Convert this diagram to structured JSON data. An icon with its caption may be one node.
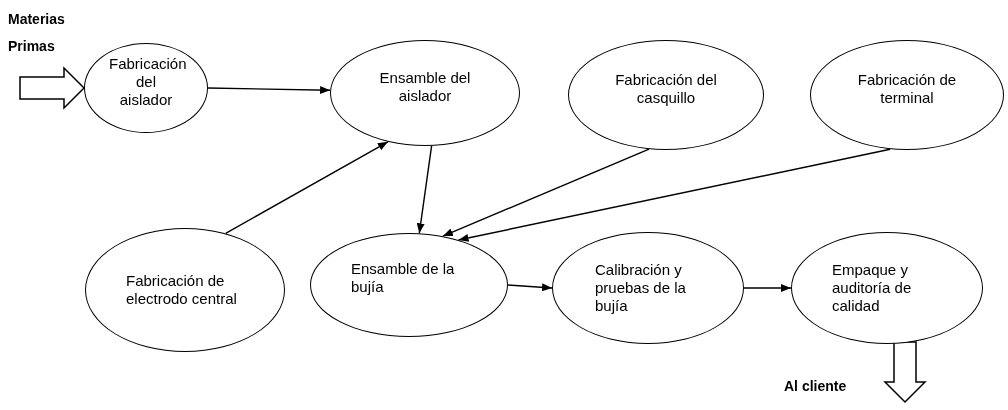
{
  "diagram": {
    "nodes": [
      {
        "text": [
          "Fabricación del aislador"
        ]
      },
      {
        "text": [
          "Ensamble del aislador"
        ]
      },
      {
        "text": [
          "Fabricación del casquillo"
        ]
      },
      {
        "text": [
          "Fabricación de terminal"
        ]
      },
      {
        "text": [
          "Fabricación de electrodo central"
        ]
      },
      {
        "text": [
          "Ensamble de la bujía"
        ]
      },
      {
        "text": [
          "Calibración y pruebas de la bujía"
        ]
      },
      {
        "text": [
          "Empaque y auditoría de calidad"
        ]
      }
    ],
    "edges": [
      {
        "from": null,
        "to": 0,
        "arrow": "to",
        "style": "thick",
        "label": "Materias Primas"
      },
      {
        "from": 0,
        "to": 1,
        "arrow": "to"
      },
      {
        "from": 4,
        "to": 1,
        "arrow": "to"
      },
      {
        "from": 1,
        "to": 5,
        "arrow": "to"
      },
      {
        "from": 2,
        "to": 5,
        "arrow": "to"
      },
      {
        "from": 3,
        "to": 5,
        "arrow": "to"
      },
      {
        "from": 5,
        "to": 6,
        "arrow": "to"
      },
      {
        "from": 6,
        "to": 7,
        "arrow": "to"
      },
      {
        "from": 7,
        "to": null,
        "arrow": "to",
        "style": "thick",
        "label": "Al cliente"
      }
    ]
  }
}
